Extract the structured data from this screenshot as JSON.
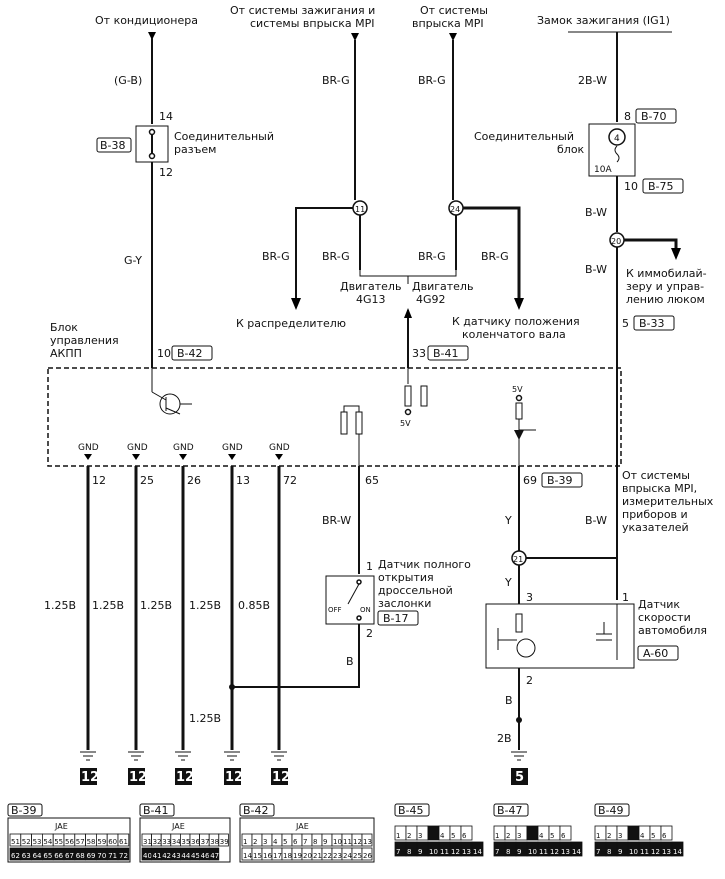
{
  "top": {
    "ac": "От кондиционера",
    "ign_mpi_1": "От системы зажигания и",
    "ign_mpi_2": "системы впрыска MPI",
    "mpi_1": "От системы",
    "mpi_2": "впрыска MPI",
    "ig1": "Замок зажигания (IG1)"
  },
  "wires": {
    "gb": "(G-B)",
    "gy": "G-Y",
    "brg": "BR-G",
    "bw": "B-W",
    "w2bw": "2B-W",
    "brw": "BR-W",
    "y": "Y",
    "b": "B",
    "b2": "2B",
    "w125": "1.25B",
    "w085": "0.85B"
  },
  "pins": {
    "p14": "14",
    "p12": "12",
    "p10": "10",
    "p33": "33",
    "p8": "8",
    "p5": "5",
    "p65": "65",
    "p69": "69",
    "p25": "25",
    "p26": "26",
    "p13": "13",
    "p72": "72",
    "p1": "1",
    "p2": "2",
    "p3": "3"
  },
  "junctions": {
    "j11": "11",
    "j24": "24",
    "j20": "20",
    "j21": "21"
  },
  "connectors": {
    "b38": "B-38",
    "b42": "B-42",
    "b41": "B-41",
    "b70": "B-70",
    "b75": "B-75",
    "b33": "B-33",
    "b39": "B-39",
    "b17": "B-17",
    "a60": "A-60",
    "b45": "B-45",
    "b47": "B-47",
    "b49": "B-49"
  },
  "labels": {
    "conn_joint_1": "Соединительный",
    "conn_joint_2": "разъем",
    "joint_block_1": "Соединительный",
    "joint_block_2": "блок",
    "fuse_no": "4",
    "fuse_amp": "10A",
    "engine_4g13_1": "Двигатель",
    "engine_4g13_2": "4G13",
    "engine_4g92_1": "Двигатель",
    "engine_4g92_2": "4G92",
    "distributor": "К распределителю",
    "crank_1": "К датчику положения",
    "crank_2": "коленчатого вала",
    "immob_1": "К иммобилай-",
    "immob_2": "зеру и управ-",
    "immob_3": "лению люком",
    "tcu_1": "Блок",
    "tcu_2": "управления",
    "tcu_3": "АКПП",
    "gnd": "GND",
    "v5": "5V",
    "mpi_meter_1": "От системы",
    "mpi_meter_2": "впрыска MPI,",
    "mpi_meter_3": "измерительных",
    "mpi_meter_4": "приборов и",
    "mpi_meter_5": "указателей",
    "wot_1": "Датчик полного",
    "wot_2": "открытия",
    "wot_3": "дроссельной",
    "wot_4": "заслонки",
    "off": "OFF",
    "on": "ON",
    "vss_1": "Датчик",
    "vss_2": "скорости",
    "vss_3": "автомобиля",
    "jae": "JAE"
  },
  "grounds": {
    "g12": "12",
    "g5": "5"
  },
  "connector_cells": {
    "b39_top": [
      "51",
      "52",
      "53",
      "54",
      "55",
      "56",
      "57",
      "58",
      "59",
      "60",
      "61"
    ],
    "b39_bot": [
      "62",
      "63",
      "64",
      "65",
      "66",
      "67",
      "68",
      "69",
      "70",
      "71",
      "72"
    ],
    "b41_top": [
      "31",
      "32",
      "33",
      "34",
      "35",
      "36",
      "37",
      "38",
      "39"
    ],
    "b41_bot": [
      "40",
      "41",
      "42",
      "43",
      "44",
      "45",
      "46",
      "47"
    ],
    "b42_top": [
      "1",
      "2",
      "3",
      "4",
      "5",
      "6",
      "7",
      "8",
      "9",
      "10",
      "11",
      "12",
      "13"
    ],
    "b42_bot": [
      "14",
      "15",
      "16",
      "17",
      "18",
      "19",
      "20",
      "21",
      "22",
      "23",
      "24",
      "25",
      "26"
    ],
    "b45_top": [
      "1",
      "2",
      "3",
      "",
      "4",
      "5",
      "6"
    ],
    "b45_bot": [
      "7",
      "8",
      "9",
      "10",
      "11",
      "12",
      "13",
      "14"
    ],
    "b47_top": [
      "1",
      "2",
      "3",
      "",
      "4",
      "5",
      "6"
    ],
    "b47_bot": [
      "7",
      "8",
      "9",
      "10",
      "11",
      "12",
      "13",
      "14"
    ],
    "b49_top": [
      "1",
      "2",
      "3",
      "",
      "4",
      "5",
      "6"
    ],
    "b49_bot": [
      "7",
      "8",
      "9",
      "10",
      "11",
      "12",
      "13",
      "14"
    ]
  }
}
